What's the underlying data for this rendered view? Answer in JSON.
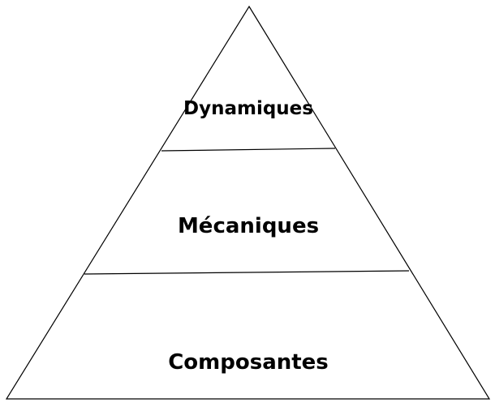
{
  "diagram": {
    "type": "pyramid",
    "levels": [
      {
        "label": "Dynamiques"
      },
      {
        "label": "Mécaniques"
      },
      {
        "label": "Composantes"
      }
    ],
    "stroke_color": "#000000",
    "fill_color": "#ffffff"
  }
}
